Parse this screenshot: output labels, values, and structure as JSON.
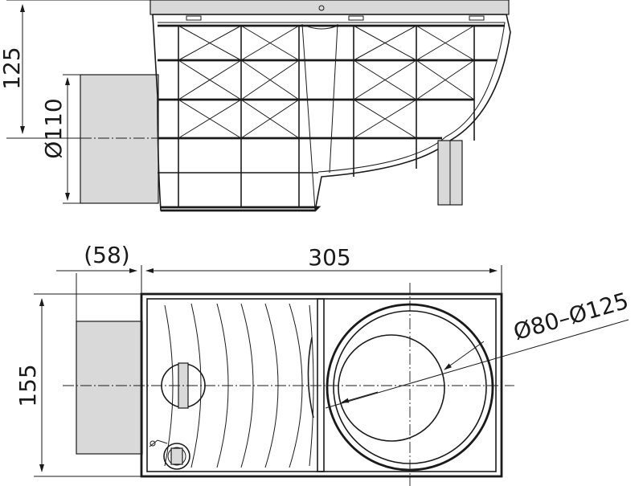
{
  "dimensions": {
    "height_side": "125",
    "diameter_outlet": "Ø110",
    "offset_outlet": "(58)",
    "length": "305",
    "width": "155",
    "diameter_range": "Ø80–Ø125"
  },
  "colors": {
    "line": "#1a1a1a",
    "fill": "#d9d9d9",
    "background": "#ffffff"
  }
}
